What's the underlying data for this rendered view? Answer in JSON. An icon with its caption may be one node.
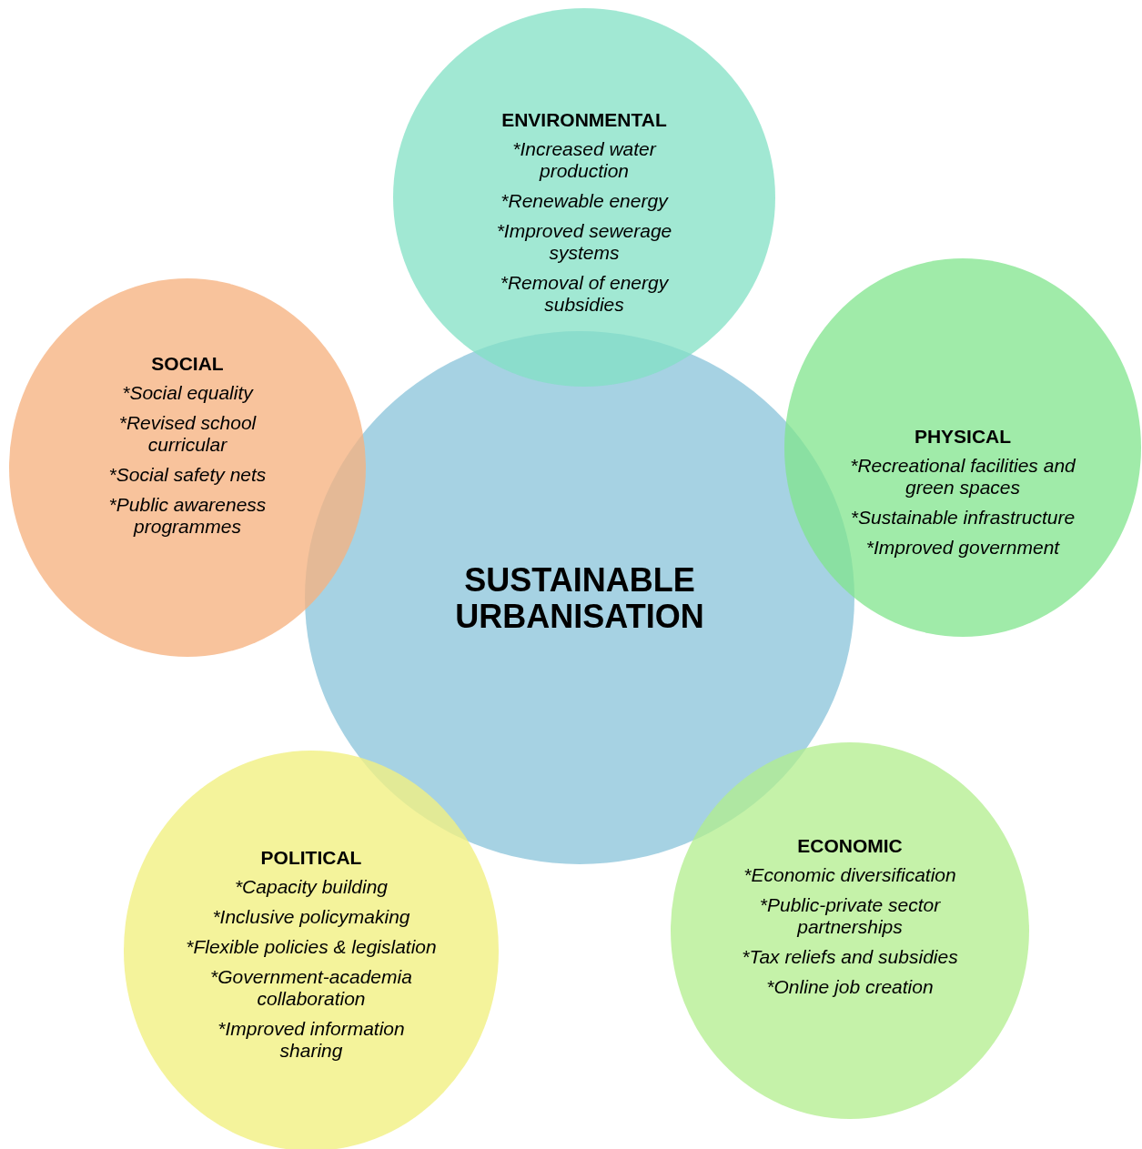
{
  "diagram": {
    "nodes": [
      {
        "text": [
          "ENVIRONMENTAL",
          "*Increased water production",
          "*Renewable energy",
          "*Improved sewerage systems",
          "*Removal of energy subsidies"
        ]
      },
      {
        "text": [
          "SOCIAL",
          "*Social equality",
          "*Revised school curricular",
          "*Social safety nets",
          "*Public awareness programmes"
        ]
      },
      {
        "text": [
          "PHYSICAL",
          "*Recreational facilities and green spaces",
          "*Sustainable infrastructure",
          "*Improved government"
        ]
      },
      {
        "text": [
          "SUSTAINABLE URBANISATION"
        ]
      },
      {
        "text": [
          "POLITICAL",
          "*Capacity building",
          "*Inclusive policymaking",
          "*Flexible policies & legislation",
          "*Government-academia collaboration",
          "*Improved information sharing"
        ]
      },
      {
        "text": [
          "ECONOMIC",
          "*Economic diversification",
          "*Public-private sector partnerships",
          "*Tax reliefs and subsidies",
          "*Online job creation"
        ]
      }
    ],
    "edges": []
  }
}
